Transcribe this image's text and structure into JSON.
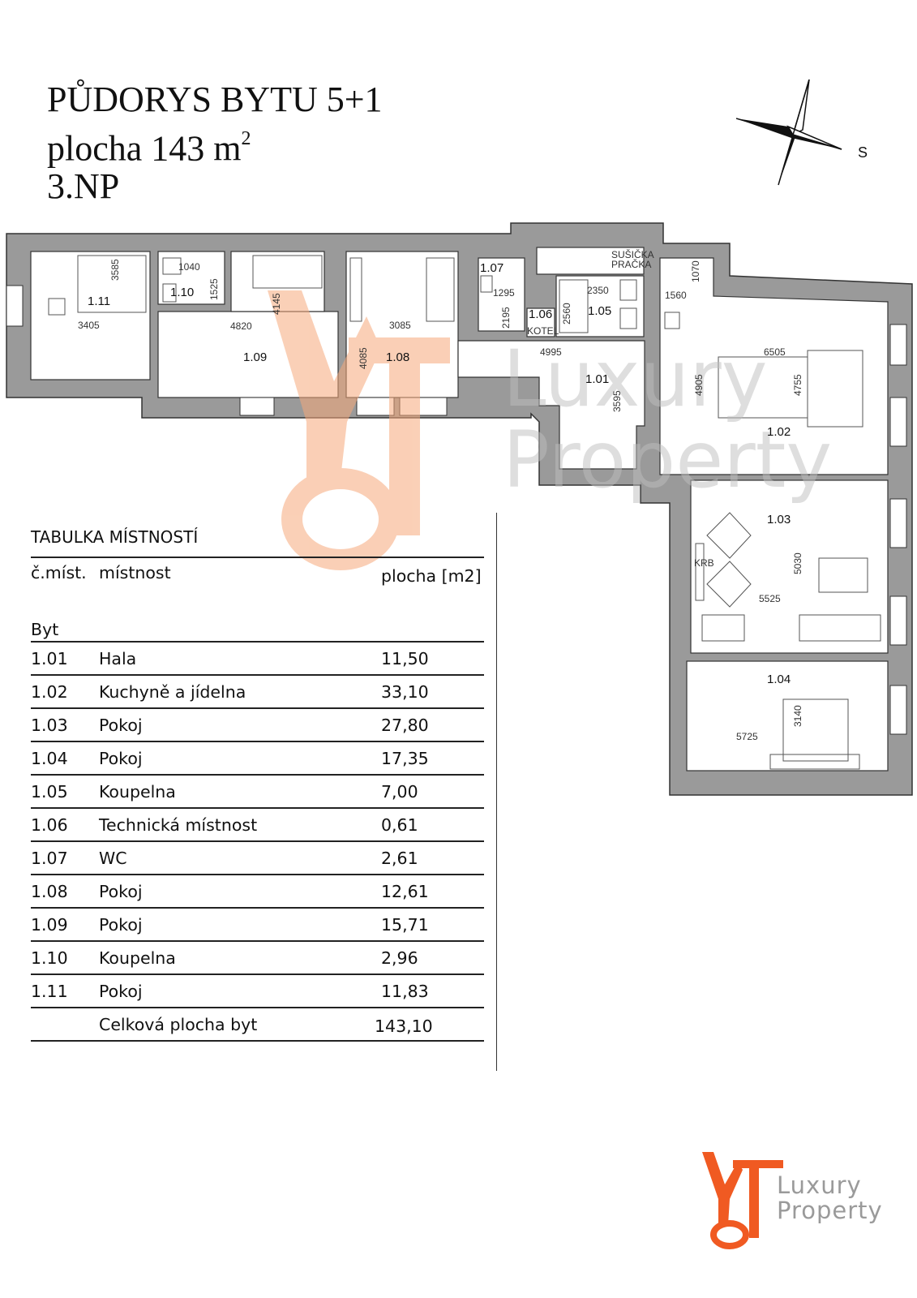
{
  "header": {
    "title_line1": "PŮDORYS BYTU 5+1",
    "title_line2_prefix": "plocha 143 m",
    "title_line2_sup": "2",
    "title_line3": "3.NP"
  },
  "compass": {
    "label": "S"
  },
  "plan": {
    "rooms": [
      {
        "id": "1.11"
      },
      {
        "id": "1.10"
      },
      {
        "id": "1.09"
      },
      {
        "id": "1.08"
      },
      {
        "id": "1.07"
      },
      {
        "id": "1.06"
      },
      {
        "id": "1.05"
      },
      {
        "id": "1.01"
      },
      {
        "id": "1.02"
      },
      {
        "id": "1.03"
      },
      {
        "id": "1.04"
      }
    ],
    "dimensions": [
      "3585",
      "3405",
      "1040",
      "1525",
      "4820",
      "4145",
      "3085",
      "4085",
      "1295",
      "2195",
      "2560",
      "2350",
      "4995",
      "3595",
      "1560",
      "1070",
      "6505",
      "4905",
      "4755",
      "5030",
      "5525",
      "3140",
      "5725"
    ],
    "labels": {
      "kotel": "KOTEL",
      "susicka": "SUŠIČKA",
      "pracka": "PRAČKA",
      "krb": "KRB"
    },
    "watermark": {
      "word1": "Luxury",
      "word2": "Property"
    }
  },
  "table": {
    "title": "TABULKA MÍSTNOSTÍ",
    "col_number": "č.míst.",
    "col_room": "místnost",
    "col_area": "plocha [m2]",
    "section": "Byt",
    "rows": [
      {
        "num": "1.01",
        "name": "Hala",
        "area": "11,50"
      },
      {
        "num": "1.02",
        "name": "Kuchyně a jídelna",
        "area": "33,10"
      },
      {
        "num": "1.03",
        "name": "Pokoj",
        "area": "27,80"
      },
      {
        "num": "1.04",
        "name": "Pokoj",
        "area": "17,35"
      },
      {
        "num": "1.05",
        "name": "Koupelna",
        "area": "7,00"
      },
      {
        "num": "1.06",
        "name": "Technická místnost",
        "area": "0,61"
      },
      {
        "num": "1.07",
        "name": "WC",
        "area": "2,61"
      },
      {
        "num": "1.08",
        "name": "Pokoj",
        "area": "12,61"
      },
      {
        "num": "1.09",
        "name": "Pokoj",
        "area": "15,71"
      },
      {
        "num": "1.10",
        "name": "Koupelna",
        "area": "2,96"
      },
      {
        "num": "1.11",
        "name": "Pokoj",
        "area": "11,83"
      }
    ],
    "total_label": "Celková plocha byt",
    "total_area": "143,10"
  },
  "brand": {
    "line1": "Luxury",
    "line2": "Property"
  },
  "colors": {
    "wall": "#9a9a9a",
    "accent": "#f05a22",
    "watermark": "#f6b48d",
    "text": "#111111"
  }
}
